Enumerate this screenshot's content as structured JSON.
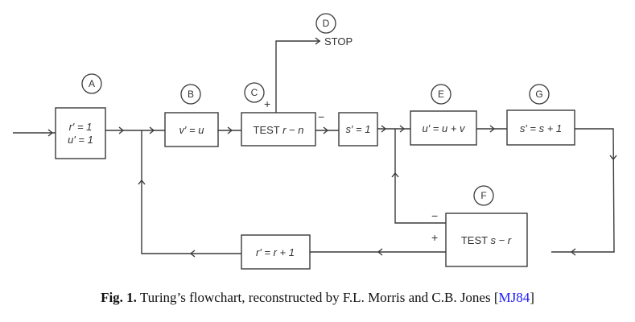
{
  "diagram": {
    "title": "Turing's flowchart",
    "nodes": {
      "A": {
        "letter": "A",
        "lines": [
          "r′ = 1",
          "u′ = 1"
        ]
      },
      "B": {
        "letter": "B",
        "text": "v′ = u"
      },
      "C": {
        "letter": "C",
        "prefix": "TEST ",
        "expr": "r − n"
      },
      "D": {
        "letter": "D",
        "text": "STOP"
      },
      "s_init": {
        "text": "s′ = 1"
      },
      "E": {
        "letter": "E",
        "text": "u′ = u + v"
      },
      "G": {
        "letter": "G",
        "text": "s′ = s + 1"
      },
      "F": {
        "letter": "F",
        "prefix": "TEST ",
        "expr": "s − r"
      },
      "r_inc": {
        "text": "r′ = r + 1"
      }
    },
    "signs": {
      "C_plus": "+",
      "C_minus": "−",
      "F_minus": "−",
      "F_plus": "+"
    }
  },
  "caption": {
    "label": "Fig. 1.",
    "text": " Turing’s flowchart, reconstructed by F.L. Morris and C.B. Jones [",
    "ref": "MJ84",
    "close": "]",
    "ref_color": "#1a1aff"
  }
}
